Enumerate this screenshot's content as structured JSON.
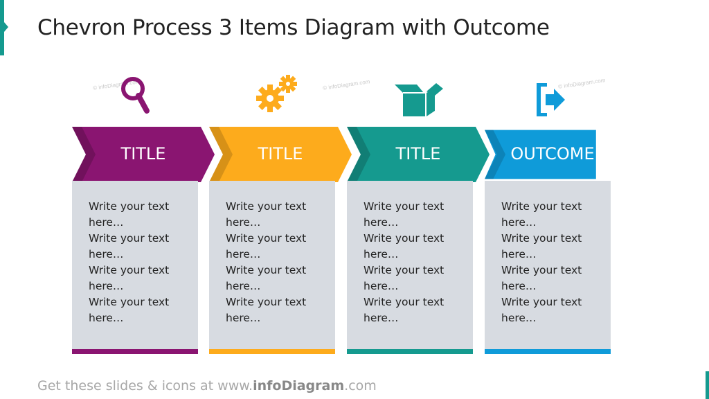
{
  "title": "Chevron Process 3 Items Diagram with Outcome",
  "steps": [
    {
      "label": "TITLE",
      "color": "#8a1571",
      "icon": "magnifier-icon",
      "lines": [
        "Write your text",
        "here…",
        "Write your text",
        "here…",
        "Write your text",
        "here…",
        "Write your text",
        "here…"
      ]
    },
    {
      "label": "TITLE",
      "color": "#fdab1c",
      "icon": "gears-icon",
      "lines": [
        "Write your text",
        "here…",
        "Write your text",
        "here…",
        "Write your text",
        "here…",
        "Write your text",
        "here…"
      ]
    },
    {
      "label": "TITLE",
      "color": "#159a8f",
      "icon": "open-box-icon",
      "lines": [
        "Write your text",
        "here…",
        "Write your text",
        "here…",
        "Write your text",
        "here…",
        "Write your text",
        "here…"
      ]
    },
    {
      "label": "OUTCOME",
      "color": "#0f9bd9",
      "icon": "exit-arrow-icon",
      "lines": [
        "Write your text",
        "here…",
        "Write your text",
        "here…",
        "Write your text",
        "here…",
        "Write your text",
        "here…"
      ]
    }
  ],
  "footer": {
    "prefix": "Get these slides & icons at www.",
    "brand": "infoDiagram",
    "suffix": ".com"
  },
  "watermark": "© infoDiagram.com"
}
